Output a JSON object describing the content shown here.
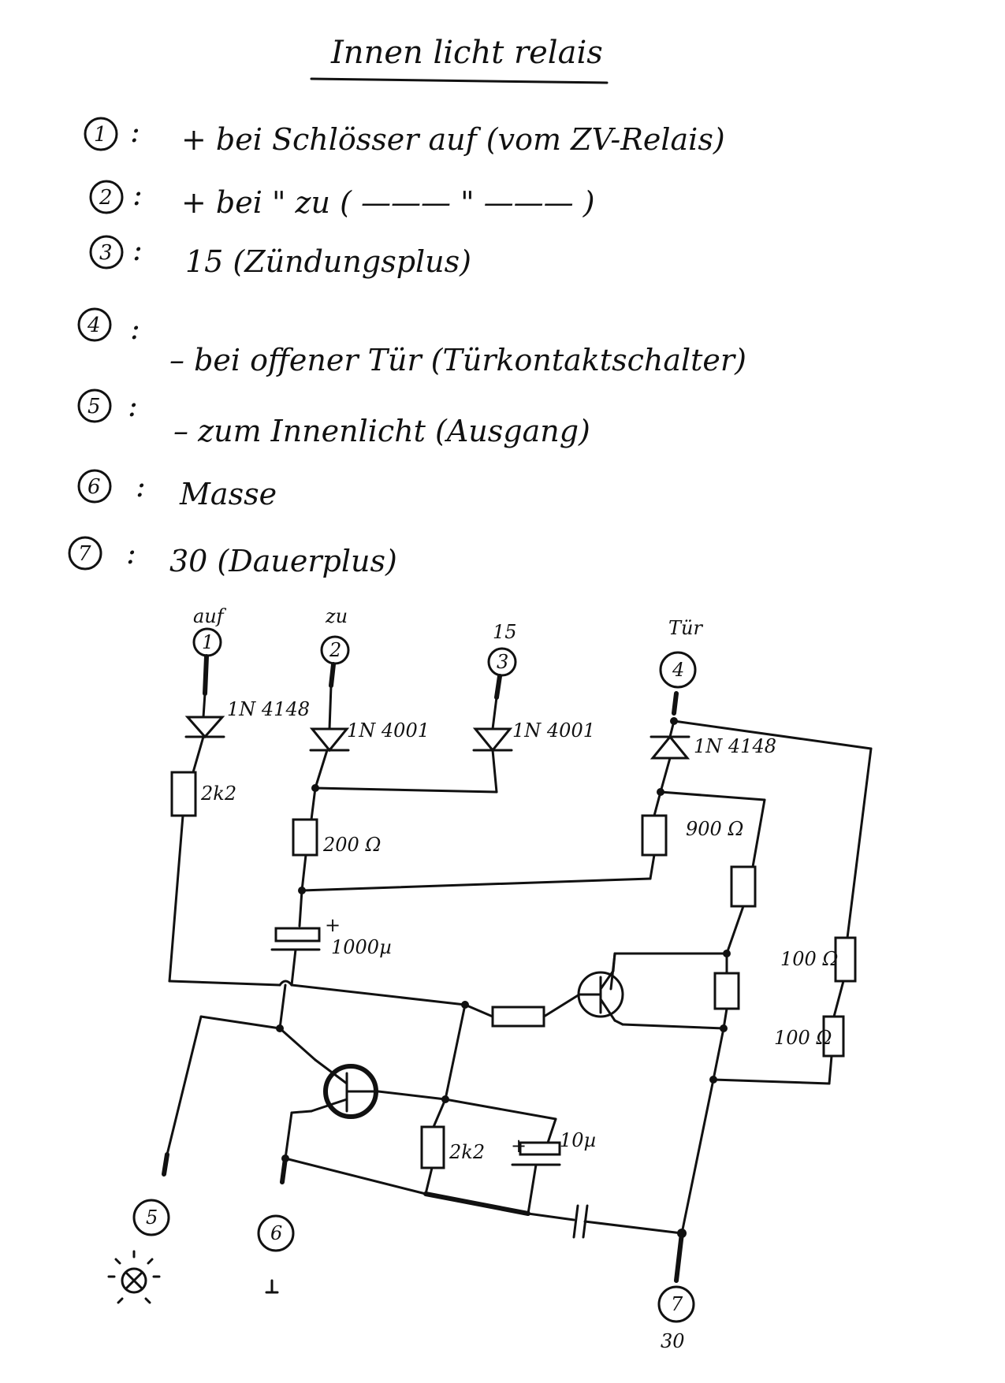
{
  "title": "Innen licht relais",
  "legend": [
    {
      "num": "1",
      "text": "+ bei Schlösser auf (vom ZV-Relais)"
    },
    {
      "num": "2",
      "text": "+ bei      \"        zu  ( ——— \" ——— )"
    },
    {
      "num": "3",
      "text": "15  (Zündungsplus)"
    },
    {
      "num": "4",
      "text": "– bei offener Tür (Türkontaktschalter)"
    },
    {
      "num": "5",
      "text": "– zum Innenlicht (Ausgang)"
    },
    {
      "num": "6",
      "text": "Masse"
    },
    {
      "num": "7",
      "text": "30  (Dauerplus)"
    }
  ],
  "pins": [
    {
      "num": "1",
      "label": "auf"
    },
    {
      "num": "2",
      "label": "zu"
    },
    {
      "num": "3",
      "label": "15"
    },
    {
      "num": "4",
      "label": "Tür"
    },
    {
      "num": "5",
      "label": "X"
    },
    {
      "num": "6",
      "label": "⊥"
    },
    {
      "num": "7",
      "label": "30"
    }
  ],
  "components": {
    "d1": "1N 4148",
    "d2": "1N 4001",
    "d3": "1N 4001",
    "d4": "1N 4148",
    "r_2k2_top": "2k2",
    "r_200": "200 Ω",
    "r_900": "900 Ω",
    "c_1000": "1000µ",
    "c_1000_plus": "+",
    "r_100_a": "100 Ω",
    "r_100_b": "100 Ω",
    "r_2k2_bottom": "2k2",
    "c_10": "10µ",
    "c_10_plus": "+"
  }
}
